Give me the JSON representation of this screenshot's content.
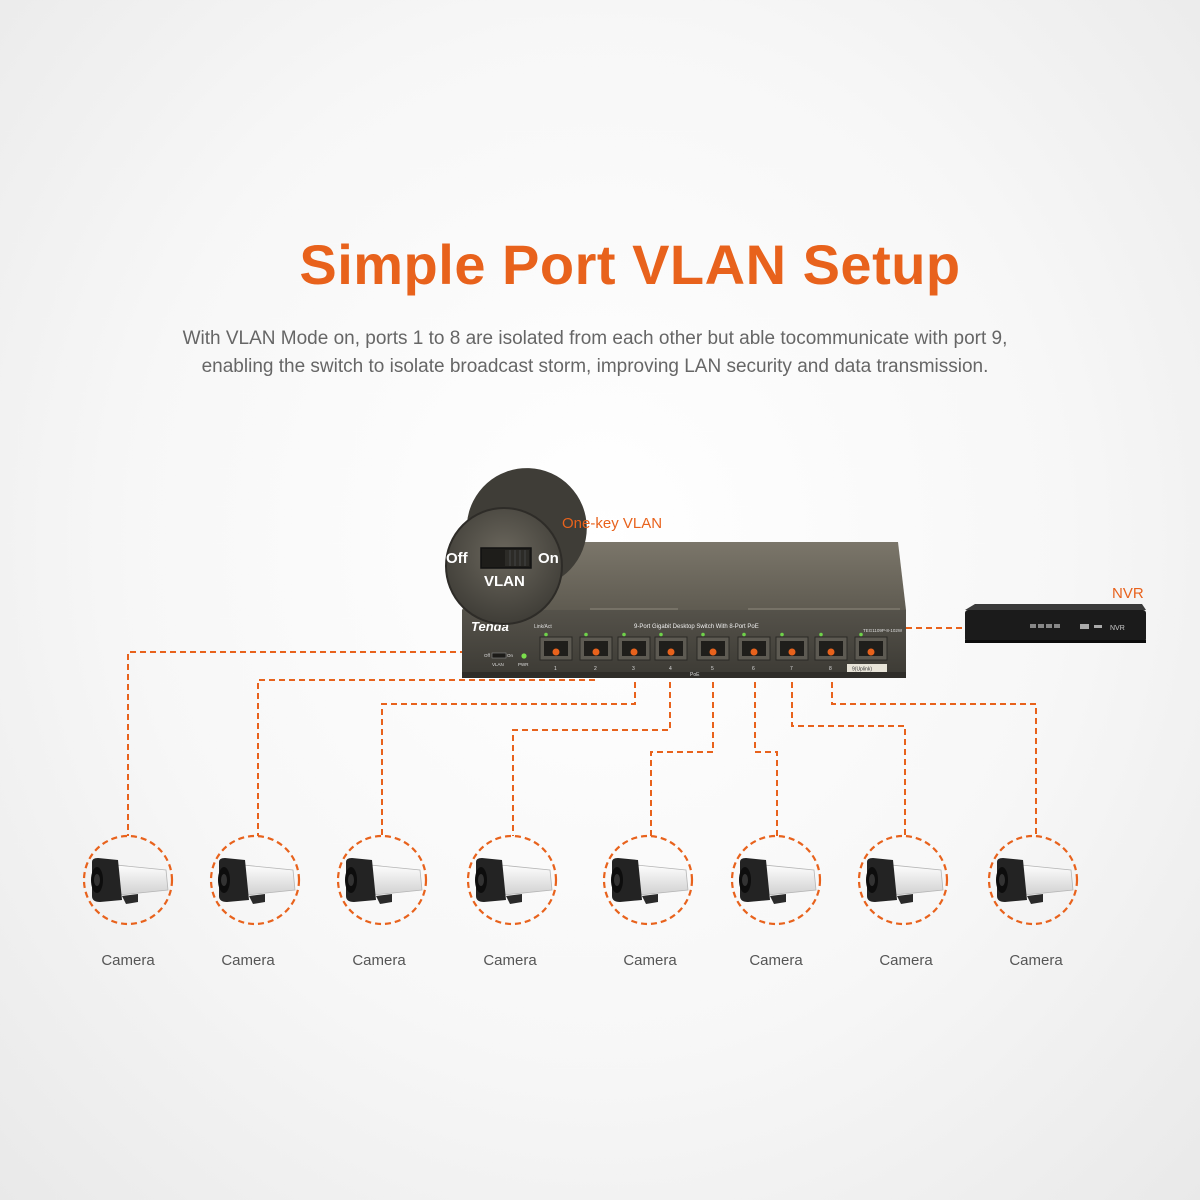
{
  "title": "Simple Port VLAN Setup",
  "description": [
    "With VLAN Mode on, ports 1 to 8 are isolated from each other but able tocommunicate with port 9,",
    "enabling the switch to isolate broadcast storm, improving LAN security and data transmission."
  ],
  "callout": {
    "label": "One-key VLAN",
    "off": "Off",
    "on": "On",
    "switch_name": "VLAN"
  },
  "switch": {
    "brand": "Tenda",
    "model_text": "9-Port Gigabit Desktop Switch With 8-Port PoE",
    "link_act": "Link/Act",
    "pwr": "PWR",
    "vlan_small": "VLAN",
    "on_small": "On",
    "off_small": "Off",
    "poe": "PoE",
    "uplink": "9(Uplink)",
    "model_code": "TEG1109P-8-102W",
    "port_numbers": [
      "1",
      "2",
      "3",
      "4",
      "5",
      "6",
      "7",
      "8"
    ]
  },
  "nvr": {
    "label": "NVR",
    "device_text": "NVR"
  },
  "cameras": [
    "Camera",
    "Camera",
    "Camera",
    "Camera",
    "Camera",
    "Camera",
    "Camera",
    "Camera"
  ],
  "colors": {
    "accent": "#e8621c",
    "switch_body": "#6e6a5f",
    "switch_front": "#4a473f"
  }
}
